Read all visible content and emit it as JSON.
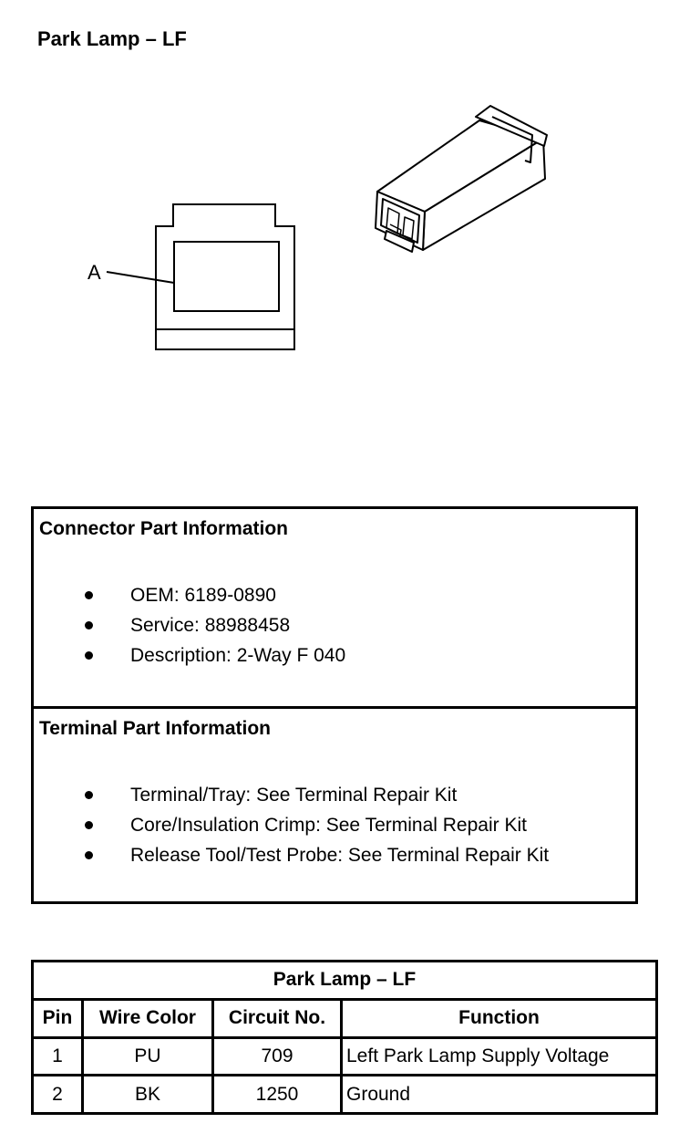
{
  "page_title": "Park Lamp – LF",
  "diagram": {
    "callout_label": "A"
  },
  "connector_info": {
    "heading": "Connector Part Information",
    "items": [
      "OEM: 6189-0890",
      "Service: 88988458",
      "Description: 2-Way F 040"
    ]
  },
  "terminal_info": {
    "heading": "Terminal Part Information",
    "items": [
      "Terminal/Tray: See Terminal Repair Kit",
      "Core/Insulation Crimp: See Terminal Repair Kit",
      "Release Tool/Test Probe: See Terminal Repair Kit"
    ]
  },
  "pin_table": {
    "caption": "Park Lamp – LF",
    "headers": [
      "Pin",
      "Wire Color",
      "Circuit No.",
      "Function"
    ],
    "rows": [
      [
        "1",
        "PU",
        "709",
        "Left Park Lamp Supply Voltage"
      ],
      [
        "2",
        "BK",
        "1250",
        "Ground"
      ]
    ]
  }
}
